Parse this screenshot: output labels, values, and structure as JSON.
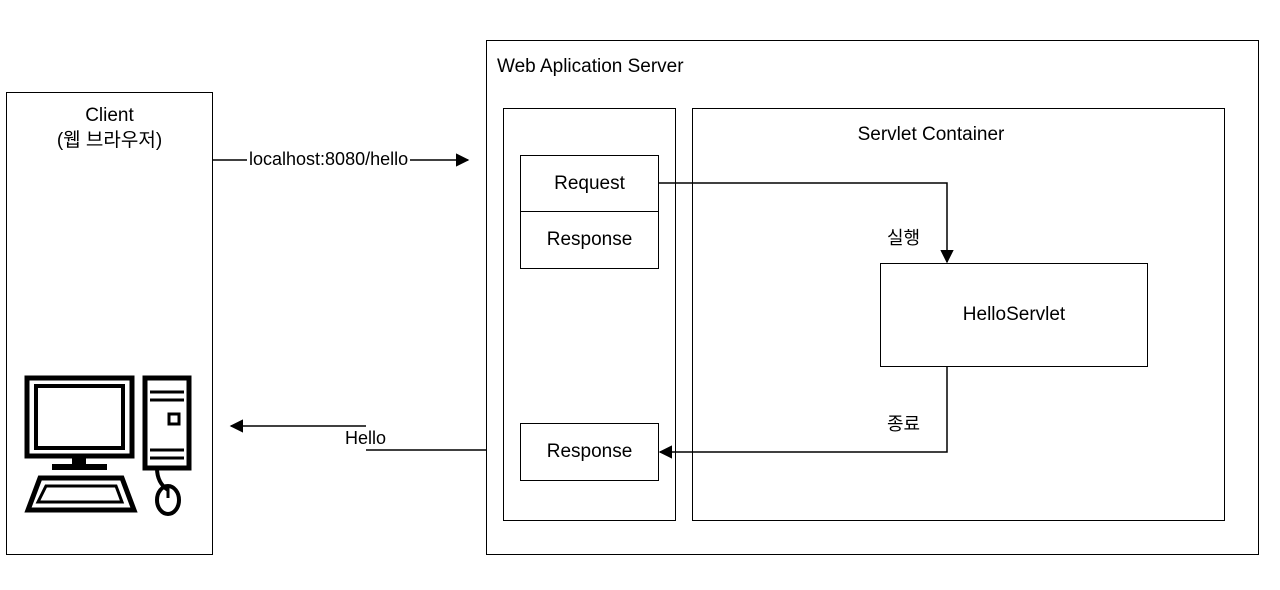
{
  "client": {
    "title": "Client",
    "subtitle": "(웹 브라우저)",
    "icon": "desktop-computer-icon"
  },
  "was": {
    "title": "Web Aplication Server",
    "request_label": "Request",
    "response_label_top": "Response",
    "response_label_bottom": "Response"
  },
  "container": {
    "title": "Servlet Container",
    "servlet_label": "HelloServlet",
    "execute_label": "실행",
    "finish_label": "종료"
  },
  "arrows": {
    "request_url": "localhost:8080/hello",
    "response_text": "Hello"
  },
  "colors": {
    "stroke": "#000000",
    "background": "#ffffff"
  }
}
